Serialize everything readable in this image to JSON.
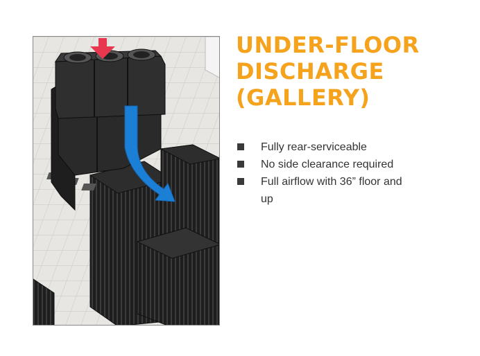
{
  "figure": {
    "alt": "Isometric view of an under-floor discharge cooling unit in a gallery configuration above rows of server racks, with a red arrow showing air intake and a blue arrow showing airflow discharge",
    "colors": {
      "intake_arrow": "#e8384f",
      "discharge_arrow": "#1c7fd6",
      "unit": "#2a2a2a",
      "floor_tile": "#e8e6e2"
    }
  },
  "title": {
    "lines": [
      "UNDER-FLOOR",
      "DISCHARGE",
      "(GALLERY)"
    ],
    "color": "#f5a21c"
  },
  "bullets": [
    {
      "text": "Fully rear-serviceable"
    },
    {
      "text": "No side clearance required"
    },
    {
      "text": "Full airflow with 36” floor and up"
    }
  ]
}
